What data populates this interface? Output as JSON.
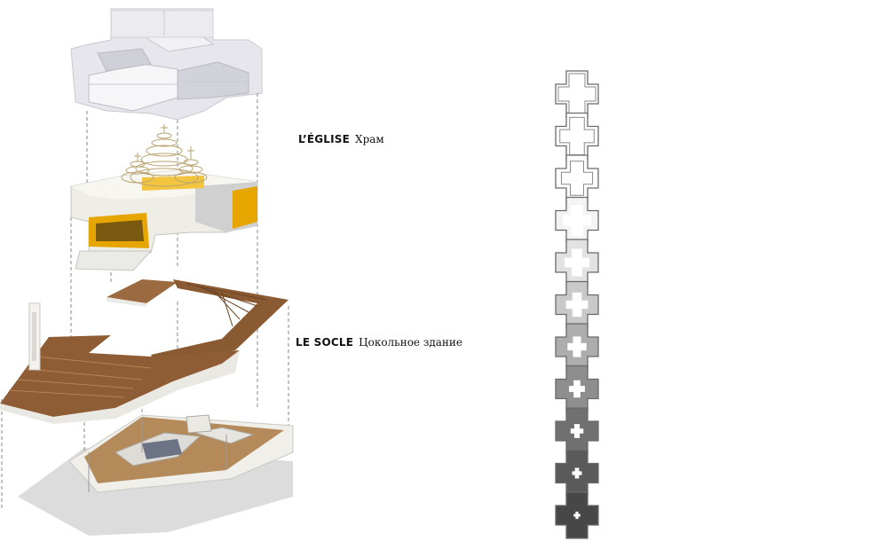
{
  "labels": {
    "eglise": {
      "title": "L’ÉGLISE",
      "subtitle": "Храм"
    },
    "socle": {
      "title": "LE SOCLE",
      "subtitle": "Цокольное здание"
    }
  },
  "colors": {
    "wood": "#8a5a33",
    "wood_light": "#b07a4e",
    "gold": "#e7a500",
    "white_volume": "#f1f0ea",
    "glass": "#d9d9e0",
    "shadow": "#dadada"
  },
  "cross_sequence": {
    "count": 11,
    "fill_progression": [
      "#ffffff",
      "#ffffff",
      "#ffffff",
      "#f4f4f4",
      "#e2e2e2",
      "#c9c9c9",
      "#adadad",
      "#8e8e8e",
      "#707070",
      "#5a5a5a",
      "#474747"
    ]
  }
}
